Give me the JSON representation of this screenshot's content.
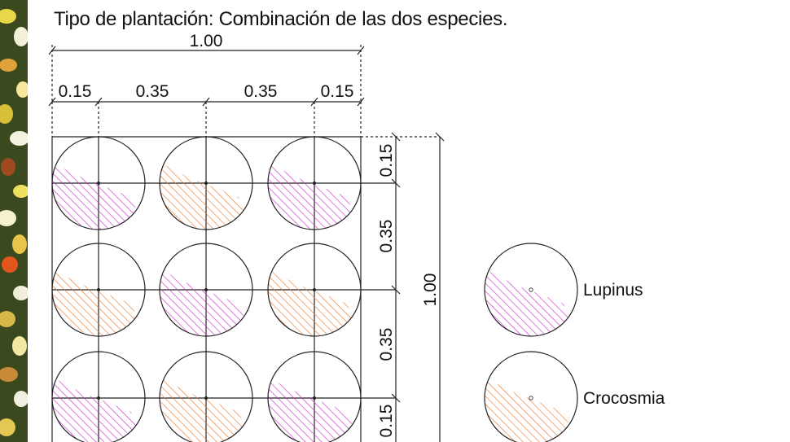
{
  "title": "Tipo de plantación: Combinación de las dos especies.",
  "dimensions": {
    "total_width": "1.00",
    "segments_top": [
      "0.15",
      "0.35",
      "0.35",
      "0.15"
    ],
    "segments_side": [
      "0.15",
      "0.35",
      "0.35",
      "0.15"
    ],
    "total_height": "1.00"
  },
  "grid": [
    [
      "lupinus",
      "crocosmia",
      "lupinus"
    ],
    [
      "crocosmia",
      "lupinus",
      "crocosmia"
    ],
    [
      "lupinus",
      "crocosmia",
      "lupinus"
    ]
  ],
  "legend": [
    {
      "key": "lupinus",
      "label": "Lupinus",
      "color": "#cc33cc"
    },
    {
      "key": "crocosmia",
      "label": "Crocosmia",
      "color": "#f07a30"
    }
  ],
  "colors": {
    "lupinus": "#cc33cc",
    "crocosmia": "#f07a30",
    "line": "#222222"
  }
}
